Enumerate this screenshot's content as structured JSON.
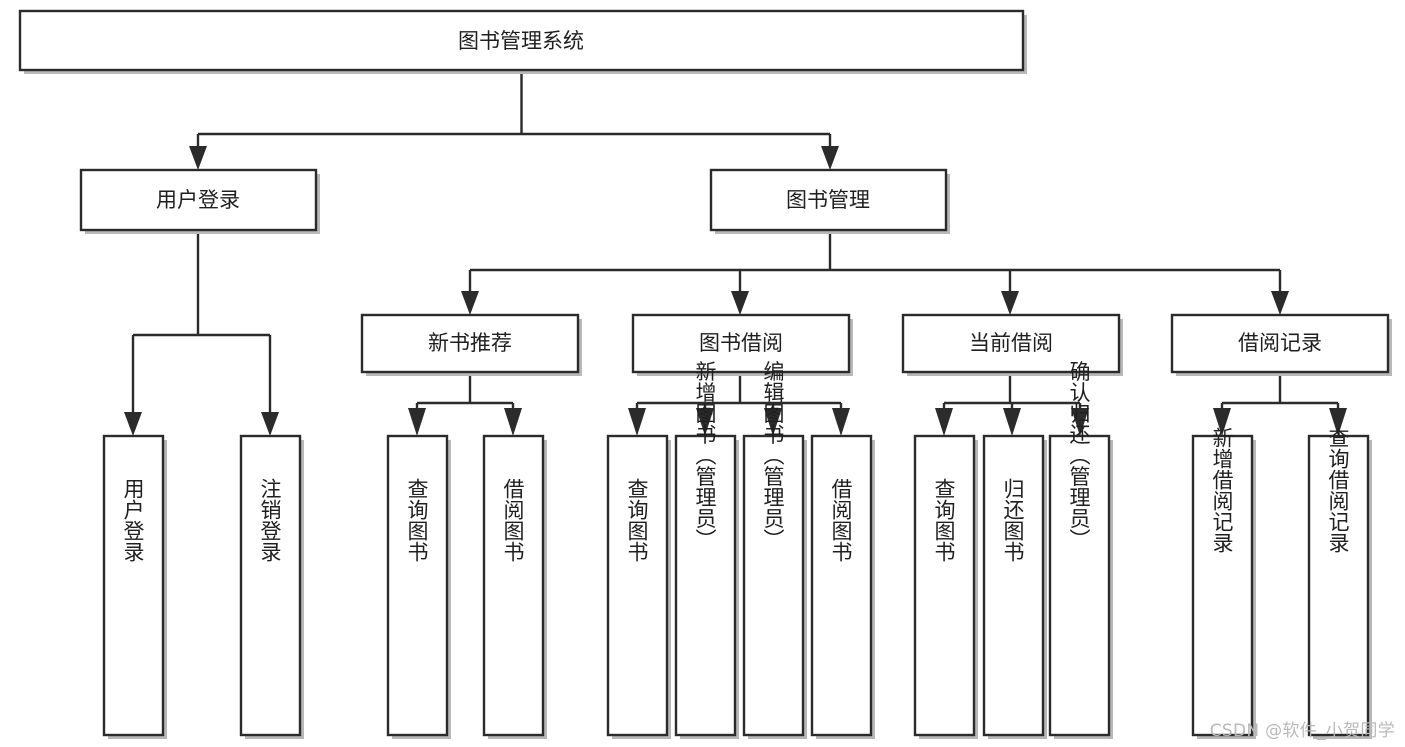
{
  "diagram": {
    "type": "tree-hierarchy",
    "title": "图书管理系统",
    "watermark": "CSDN @软件_小贺同学",
    "colors": {
      "stroke": "#2b2b2b",
      "fill": "#ffffff",
      "text": "#1f1f1f",
      "shadow": "#b8b8b8",
      "watermark": "#b9b9b9"
    },
    "levels": {
      "root": {
        "label": "图书管理系统"
      },
      "level2": [
        {
          "label": "用户登录"
        },
        {
          "label": "图书管理"
        }
      ],
      "level3": [
        {
          "label": "新书推荐"
        },
        {
          "label": "图书借阅"
        },
        {
          "label": "当前借阅"
        },
        {
          "label": "借阅记录"
        }
      ]
    },
    "groups": [
      {
        "parent": "用户登录",
        "leaves": [
          {
            "label": "用户登录"
          },
          {
            "label": "注销登录"
          }
        ]
      },
      {
        "parent": "新书推荐",
        "leaves": [
          {
            "label": "查询图书"
          },
          {
            "label": "借阅图书"
          }
        ]
      },
      {
        "parent": "图书借阅",
        "leaves": [
          {
            "label": "查询图书"
          },
          {
            "label": "新增图书（管理员）"
          },
          {
            "label": "编辑图书（管理员）"
          },
          {
            "label": "借阅图书"
          }
        ]
      },
      {
        "parent": "当前借阅",
        "leaves": [
          {
            "label": "查询图书"
          },
          {
            "label": "归还图书"
          },
          {
            "label": "确认归还（管理员）"
          }
        ]
      },
      {
        "parent": "借阅记录",
        "leaves": [
          {
            "label": "新增借阅记录"
          },
          {
            "label": "查询借阅记录"
          }
        ]
      }
    ]
  },
  "labels": {
    "root": "图书管理系统",
    "l2_0": "用户登录",
    "l2_1": "图书管理",
    "l3_0": "新书推荐",
    "l3_1": "图书借阅",
    "l3_2": "当前借阅",
    "l3_3": "借阅记录",
    "leaf_0": "用户登录",
    "leaf_1": "注销登录",
    "leaf_2": "查询图书",
    "leaf_3": "借阅图书",
    "leaf_4": "查询图书",
    "leaf_5": "新增图书（管理员）",
    "leaf_6": "编辑图书（管理员）",
    "leaf_7": "借阅图书",
    "leaf_8": "查询图书",
    "leaf_9": "归还图书",
    "leaf_10": "确认归还（管理员）",
    "leaf_11": "新增借阅记录",
    "leaf_12": "查询借阅记录",
    "watermark": "CSDN @软件_小贺同学"
  }
}
